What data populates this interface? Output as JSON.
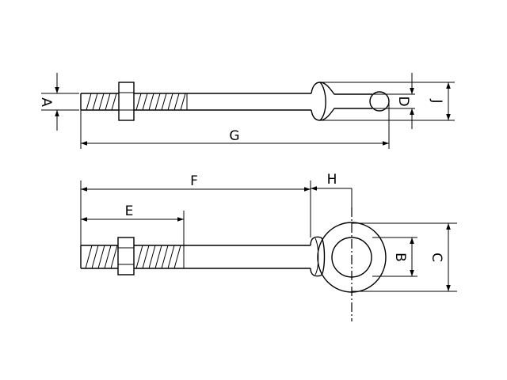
{
  "labels": {
    "A": "A",
    "B": "B",
    "C": "C",
    "D": "D",
    "E": "E",
    "F": "F",
    "G": "G",
    "H": "H",
    "J": "J"
  }
}
